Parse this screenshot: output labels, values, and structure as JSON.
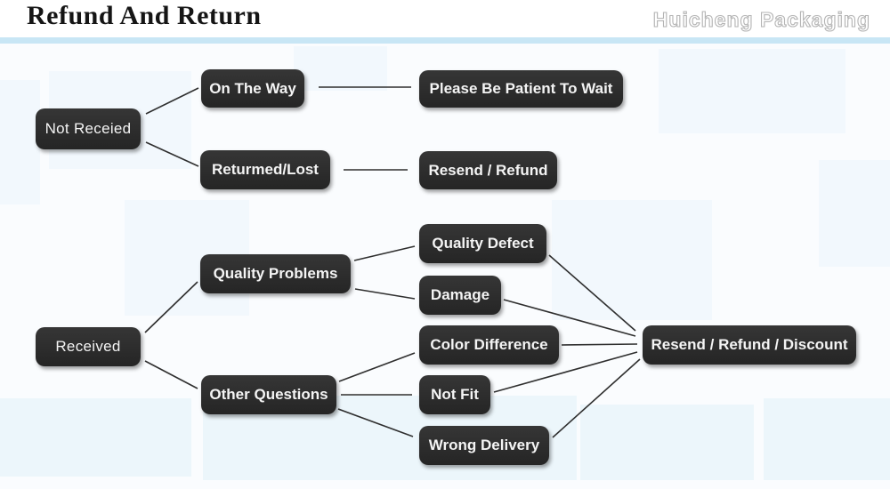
{
  "header": {
    "title": "Refund And Return",
    "brand": "Huicheng Packaging"
  },
  "flowchart": {
    "nodes": [
      {
        "id": "not_receied",
        "label": "Not Receied"
      },
      {
        "id": "on_the_way",
        "label": "On The Way"
      },
      {
        "id": "please_be_patient",
        "label": "Please Be Patient To Wait"
      },
      {
        "id": "returmed_lost",
        "label": "Returmed/Lost"
      },
      {
        "id": "resend_refund",
        "label": "Resend / Refund"
      },
      {
        "id": "received",
        "label": "Received"
      },
      {
        "id": "quality_problems",
        "label": "Quality Problems"
      },
      {
        "id": "quality_defect",
        "label": "Quality Defect"
      },
      {
        "id": "damage",
        "label": "Damage"
      },
      {
        "id": "other_questions",
        "label": "Other Questions"
      },
      {
        "id": "color_difference",
        "label": "Color Difference"
      },
      {
        "id": "not_fit",
        "label": "Not Fit"
      },
      {
        "id": "wrong_delivery",
        "label": "Wrong Delivery"
      },
      {
        "id": "resend_refund_discount",
        "label": "Resend / Refund / Discount"
      }
    ],
    "edges": [
      {
        "from": "not_receied",
        "to": "on_the_way"
      },
      {
        "from": "not_receied",
        "to": "returmed_lost"
      },
      {
        "from": "on_the_way",
        "to": "please_be_patient"
      },
      {
        "from": "returmed_lost",
        "to": "resend_refund"
      },
      {
        "from": "received",
        "to": "quality_problems"
      },
      {
        "from": "received",
        "to": "other_questions"
      },
      {
        "from": "quality_problems",
        "to": "quality_defect"
      },
      {
        "from": "quality_problems",
        "to": "damage"
      },
      {
        "from": "other_questions",
        "to": "color_difference"
      },
      {
        "from": "other_questions",
        "to": "not_fit"
      },
      {
        "from": "other_questions",
        "to": "wrong_delivery"
      },
      {
        "from": "quality_defect",
        "to": "resend_refund_discount"
      },
      {
        "from": "damage",
        "to": "resend_refund_discount"
      },
      {
        "from": "color_difference",
        "to": "resend_refund_discount"
      },
      {
        "from": "not_fit",
        "to": "resend_refund_discount"
      },
      {
        "from": "wrong_delivery",
        "to": "resend_refund_discount"
      }
    ]
  },
  "colors": {
    "accent_bar": "#c8e6f5",
    "node_background": "#2b2b2b",
    "node_text": "#f4f4f4",
    "connector_line": "#2f2f2f",
    "title_text": "#151515",
    "brand_outline": "#b4b4b4"
  }
}
